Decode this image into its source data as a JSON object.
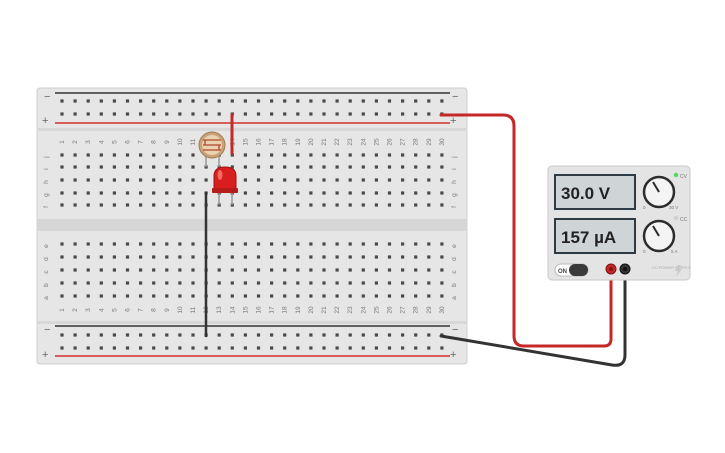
{
  "breadboard": {
    "rail_minus": "−",
    "rail_plus": "+",
    "column_numbers": [
      "1",
      "2",
      "3",
      "4",
      "5",
      "6",
      "7",
      "8",
      "9",
      "10",
      "11",
      "12",
      "13",
      "14",
      "15",
      "16",
      "17",
      "18",
      "19",
      "20",
      "21",
      "22",
      "23",
      "24",
      "25",
      "26",
      "27",
      "28",
      "29",
      "30"
    ],
    "top_row_letters": [
      "j",
      "i",
      "h",
      "g",
      "f"
    ],
    "bottom_row_letters": [
      "e",
      "d",
      "c",
      "b",
      "a"
    ]
  },
  "components": {
    "photoresistor": "photoresistor",
    "led": "red LED"
  },
  "power_supply": {
    "voltage_display": "30.0 V",
    "current_display": "157 µA",
    "power_switch_label": "ON",
    "voltage_knob_min": "0",
    "voltage_knob_max": "30 V",
    "current_knob_min": "0",
    "current_knob_max": "5 A",
    "cv_label": "CV",
    "cc_label": "CC",
    "cv_indicator_color": "#4cd964",
    "brand_text": "DC POWER SUPPLY"
  },
  "colors": {
    "red_wire": "#d32f2f",
    "black_wire": "#333333",
    "led_red": "#d81e1e"
  }
}
